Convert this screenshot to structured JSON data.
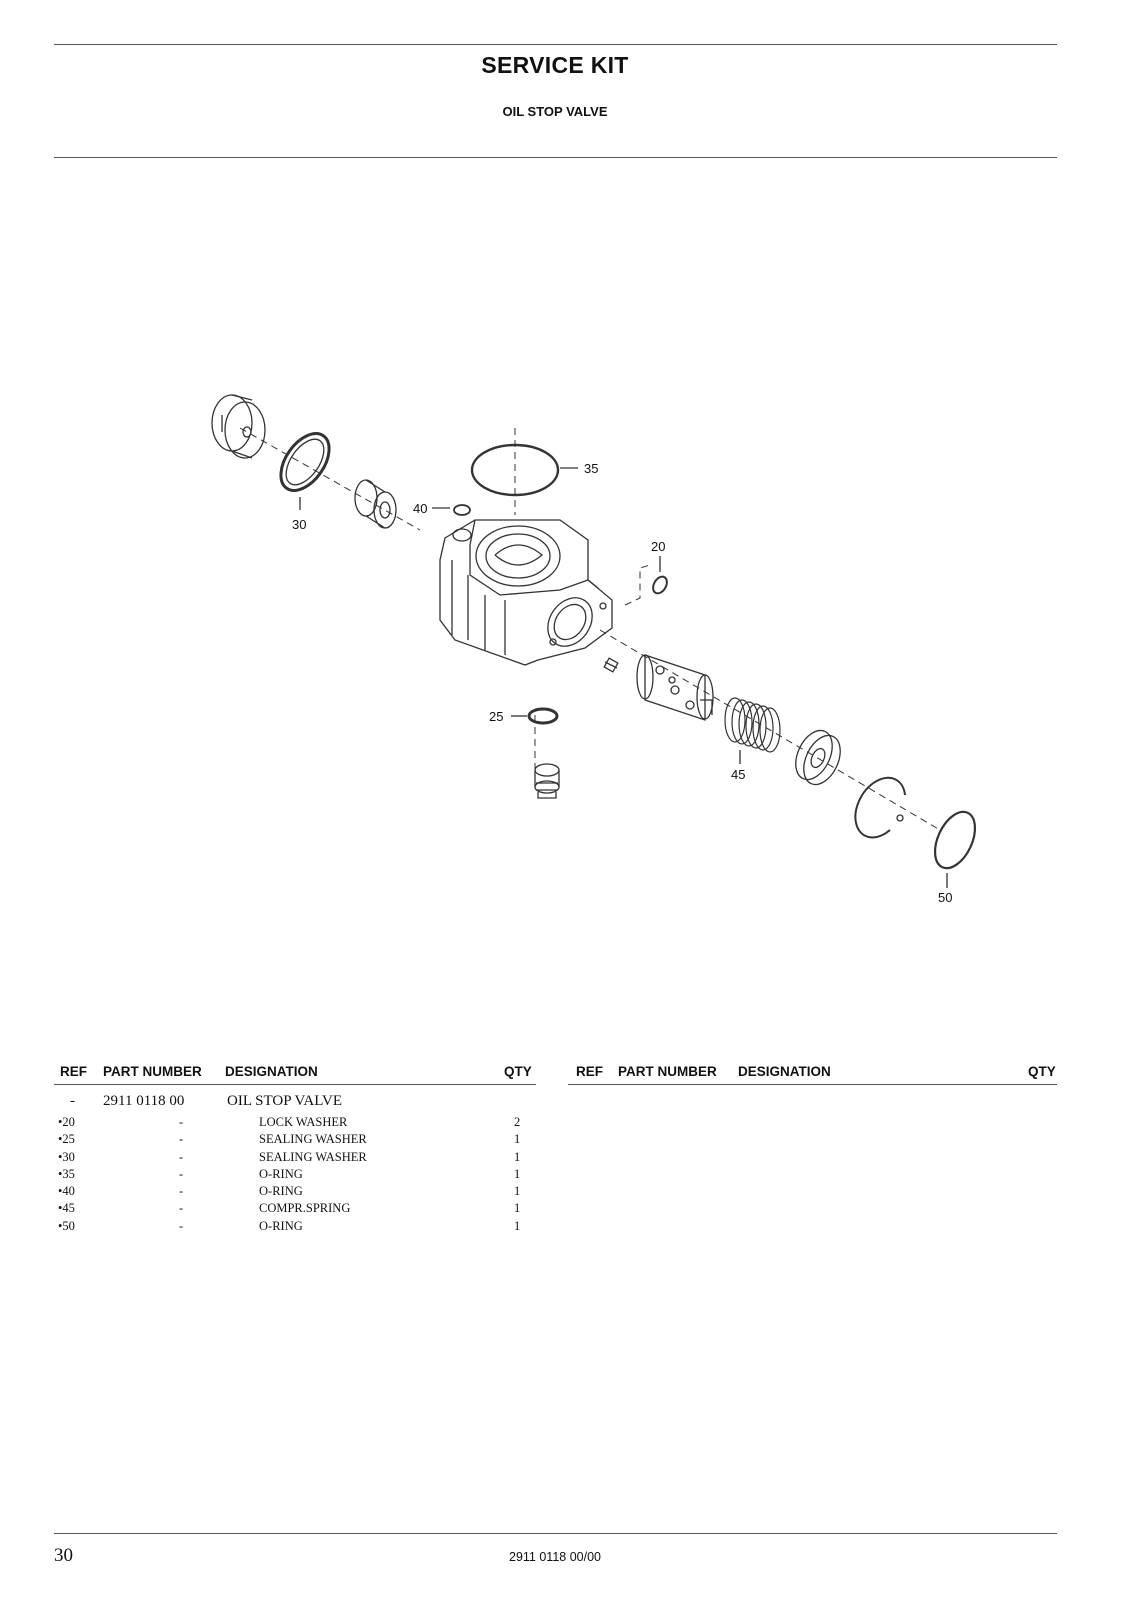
{
  "header": {
    "title": "SERVICE KIT",
    "subtitle": "OIL STOP VALVE"
  },
  "diagram": {
    "callouts": [
      "35",
      "40",
      "30",
      "20",
      "25",
      "45",
      "50"
    ]
  },
  "table": {
    "headers": {
      "ref": "REF",
      "part_number": "PART NUMBER",
      "designation": "DESIGNATION",
      "qty": "QTY"
    },
    "main_row": {
      "ref": "-",
      "part_number": "2911 0118 00",
      "designation": "OIL STOP VALVE",
      "qty": ""
    },
    "rows": [
      {
        "ref": "•20",
        "part_number": "-",
        "designation": "LOCK WASHER",
        "qty": "2"
      },
      {
        "ref": "•25",
        "part_number": "-",
        "designation": "SEALING WASHER",
        "qty": "1"
      },
      {
        "ref": "•30",
        "part_number": "-",
        "designation": "SEALING WASHER",
        "qty": "1"
      },
      {
        "ref": "•35",
        "part_number": "-",
        "designation": "O-RING",
        "qty": "1"
      },
      {
        "ref": "•40",
        "part_number": "-",
        "designation": "O-RING",
        "qty": "1"
      },
      {
        "ref": "•45",
        "part_number": "-",
        "designation": "COMPR.SPRING",
        "qty": "1"
      },
      {
        "ref": "•50",
        "part_number": "-",
        "designation": "O-RING",
        "qty": "1"
      }
    ]
  },
  "footer": {
    "page_number": "30",
    "doc_code": "2911 0118 00/00"
  }
}
